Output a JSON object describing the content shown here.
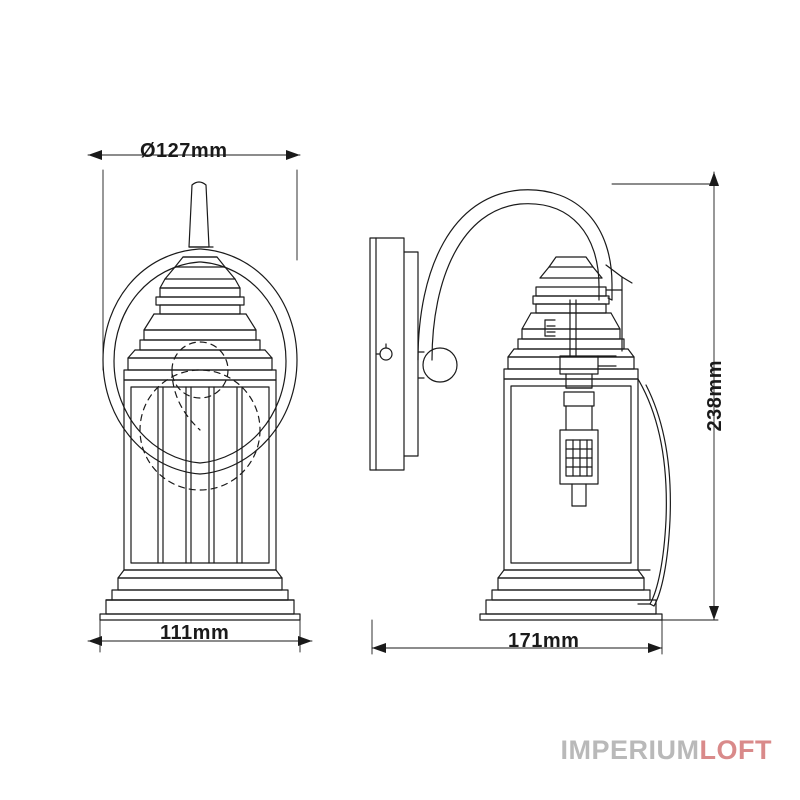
{
  "drawing": {
    "title": "wall lantern technical drawing",
    "views": [
      {
        "name": "front-view",
        "label": ""
      },
      {
        "name": "side-view",
        "label": ""
      }
    ],
    "dimensions": {
      "diameter": "Ø127mm",
      "front_width": "111mm",
      "side_depth": "171mm",
      "height": "238mm"
    },
    "line_color": "#1a1a1a",
    "background_color": "#ffffff"
  },
  "watermark": {
    "brand_first": "IMPERIUM",
    "brand_second": "LOFT",
    "color_first": "#b9b9b9",
    "color_second": "#d98a8a"
  }
}
